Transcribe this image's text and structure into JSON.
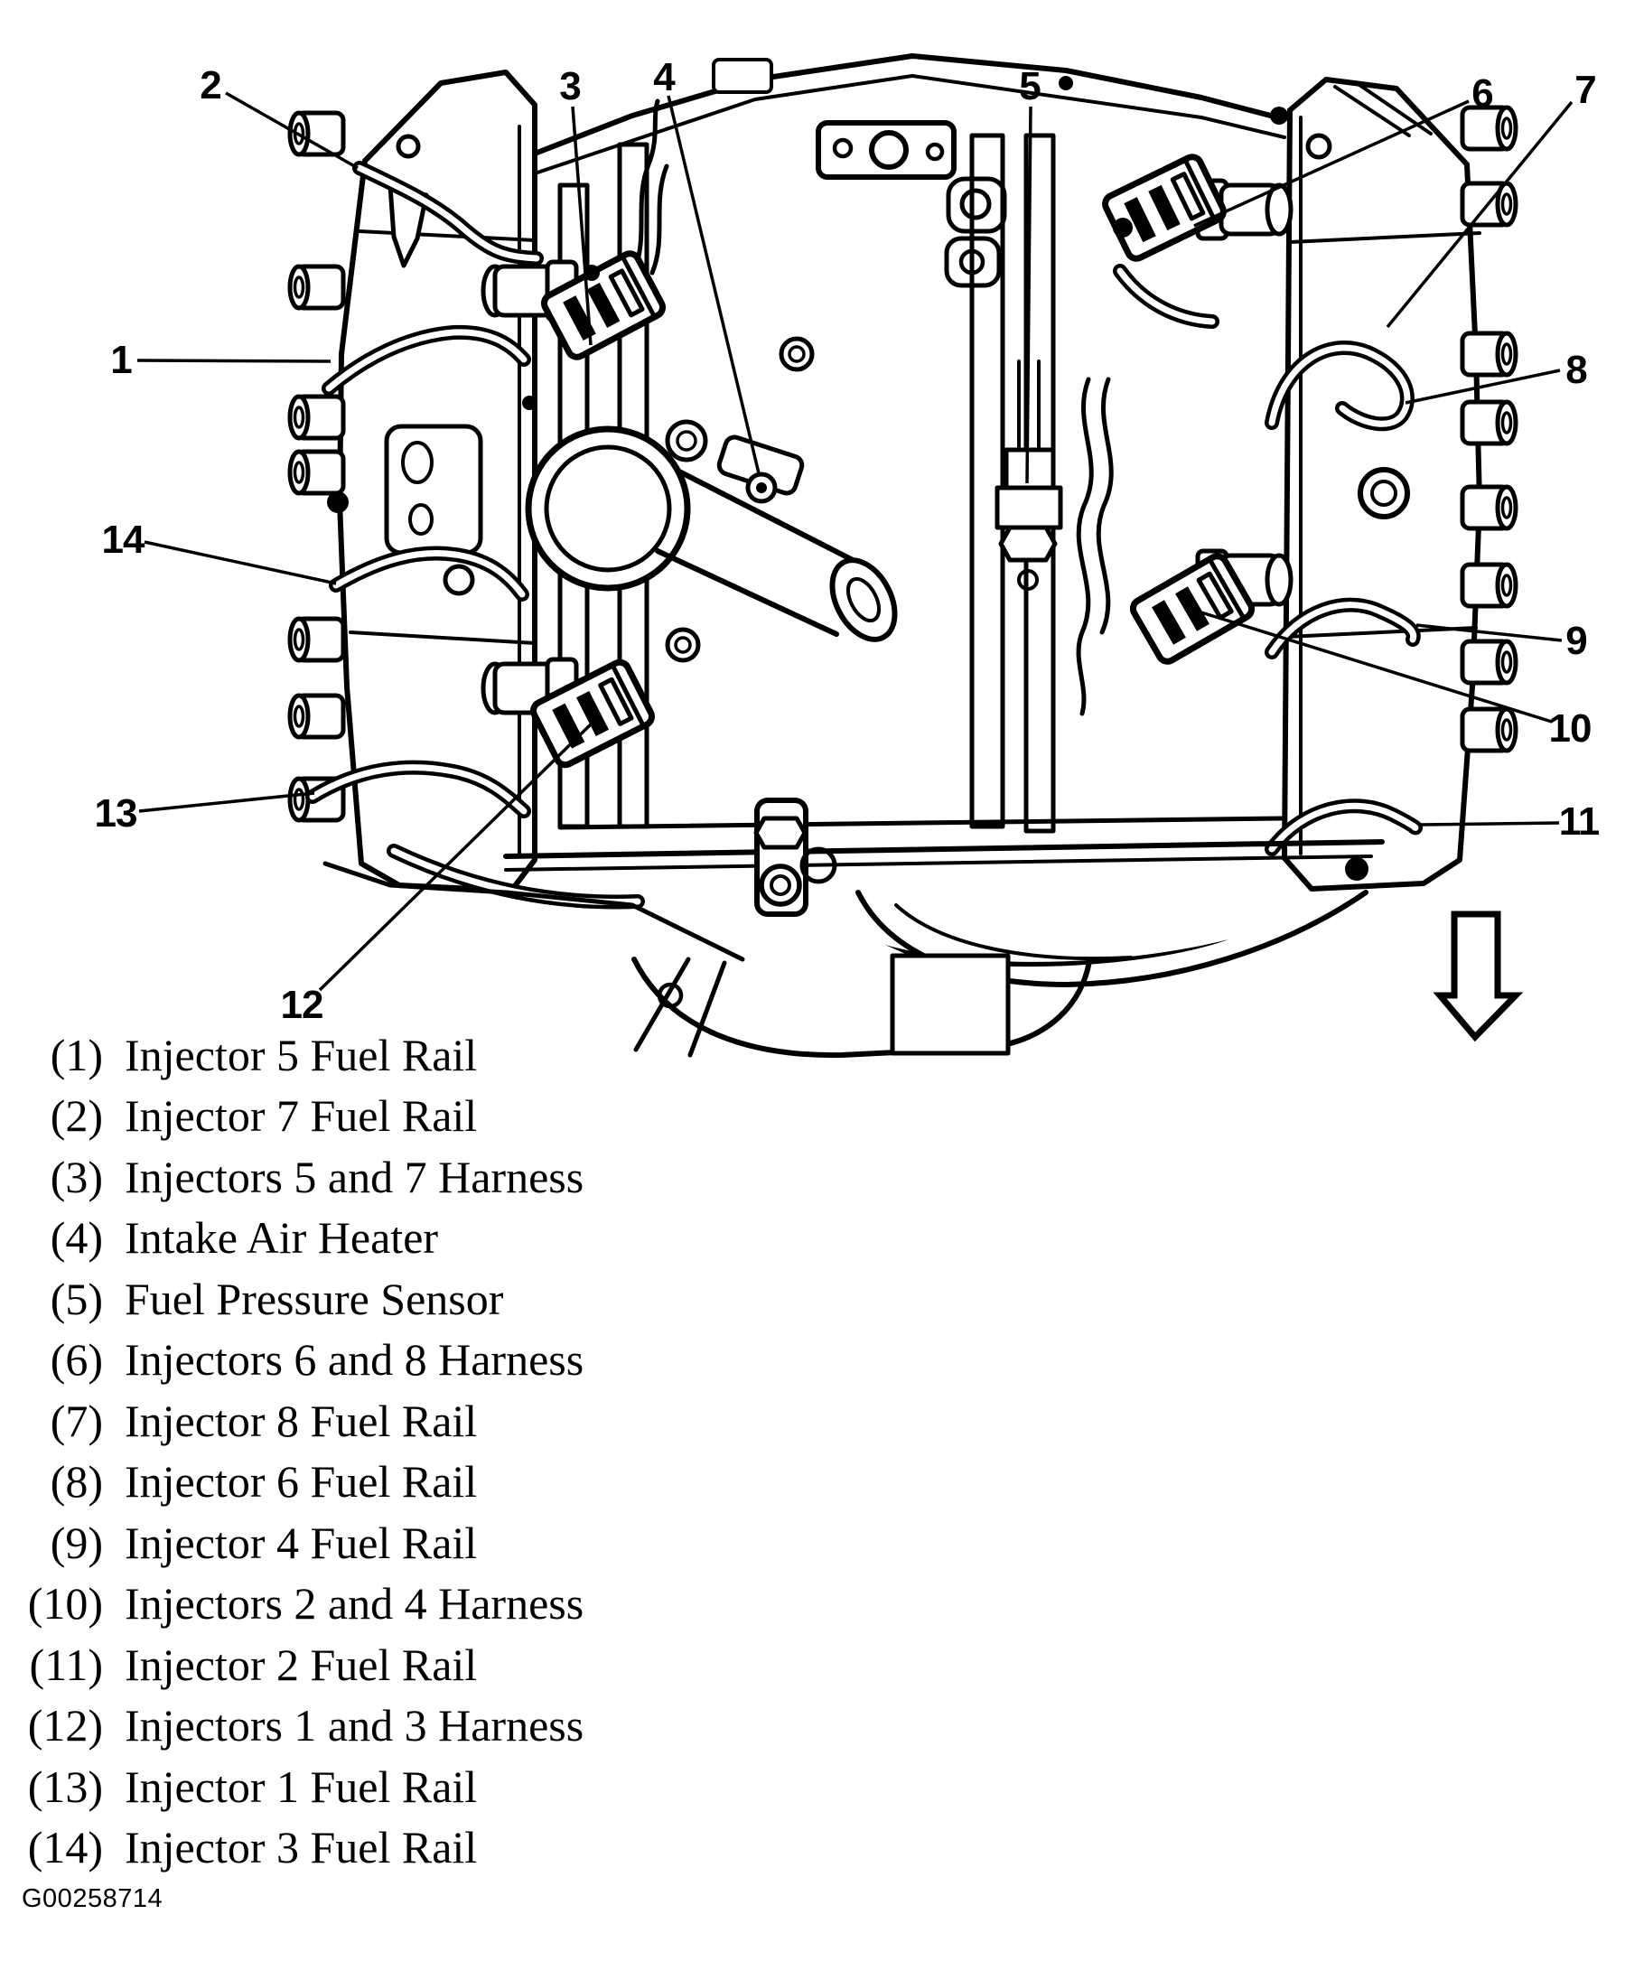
{
  "figure": {
    "code": "G00258714",
    "description": "Engine fuel rail and injector harness component diagram"
  },
  "colors": {
    "ink": "#000000",
    "paper": "#ffffff"
  },
  "callouts": [
    {
      "label": "1"
    },
    {
      "label": "2"
    },
    {
      "label": "3"
    },
    {
      "label": "4"
    },
    {
      "label": "5"
    },
    {
      "label": "6"
    },
    {
      "label": "7"
    },
    {
      "label": "8"
    },
    {
      "label": "9"
    },
    {
      "label": "10"
    },
    {
      "label": "11"
    },
    {
      "label": "12"
    },
    {
      "label": "13"
    },
    {
      "label": "14"
    }
  ],
  "legend": {
    "items": [
      {
        "num": "(1)",
        "text": "Injector 5 Fuel Rail"
      },
      {
        "num": "(2)",
        "text": "Injector 7 Fuel Rail"
      },
      {
        "num": "(3)",
        "text": "Injectors 5 and 7 Harness"
      },
      {
        "num": "(4)",
        "text": "Intake Air Heater"
      },
      {
        "num": "(5)",
        "text": "Fuel Pressure Sensor"
      },
      {
        "num": "(6)",
        "text": "Injectors 6 and 8 Harness"
      },
      {
        "num": "(7)",
        "text": "Injector 8 Fuel Rail"
      },
      {
        "num": "(8)",
        "text": "Injector 6 Fuel Rail"
      },
      {
        "num": "(9)",
        "text": "Injector 4 Fuel Rail"
      },
      {
        "num": "(10)",
        "text": "Injectors 2 and 4 Harness"
      },
      {
        "num": "(11)",
        "text": "Injector 2 Fuel Rail"
      },
      {
        "num": "(12)",
        "text": "Injectors 1 and 3 Harness"
      },
      {
        "num": "(13)",
        "text": "Injector 1 Fuel Rail"
      },
      {
        "num": "(14)",
        "text": "Injector 3 Fuel Rail"
      }
    ]
  }
}
